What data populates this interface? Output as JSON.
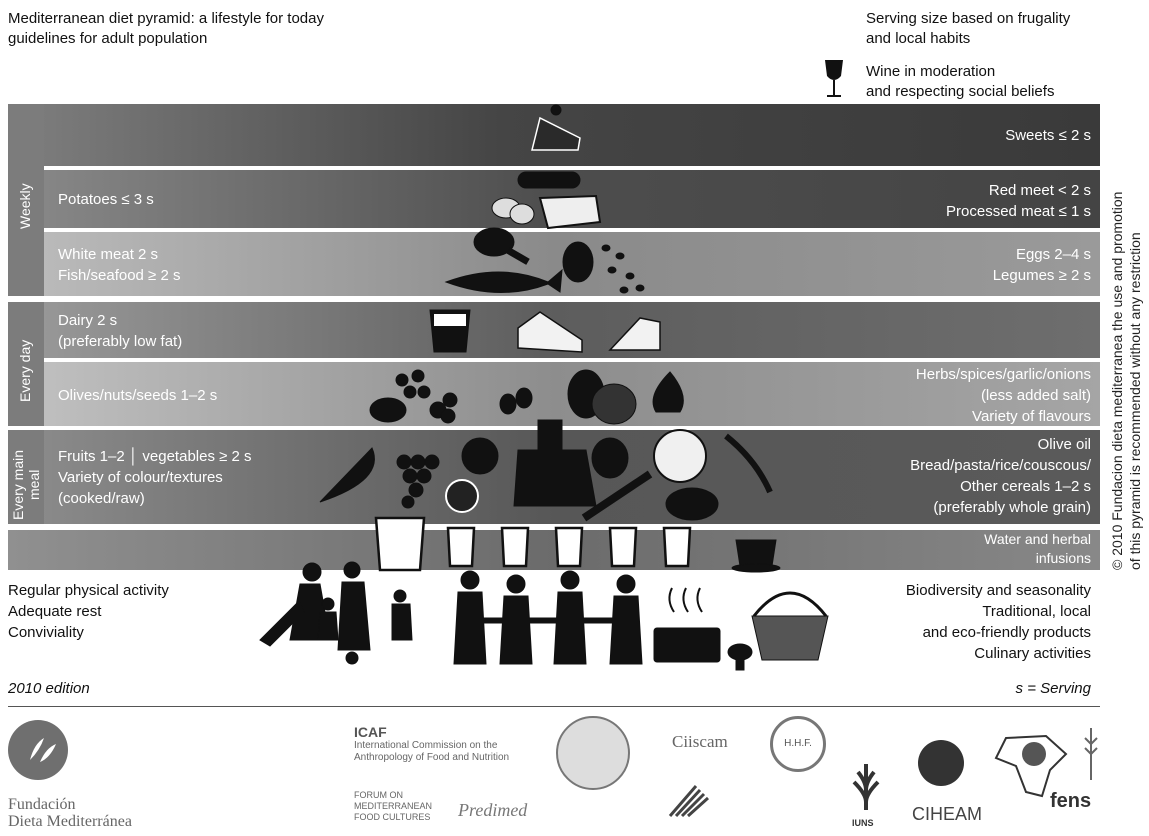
{
  "header": {
    "title_line1": "Mediterranean diet pyramid: a lifestyle for today",
    "title_line2": "guidelines for adult population",
    "serving_line1": "Serving size based on frugality",
    "serving_line2": "and local habits",
    "wine_line1": "Wine in moderation",
    "wine_line2": "and respecting social beliefs"
  },
  "copyright": {
    "line1": "© 2010 Fundacion dieta mediterranea the use and promotion",
    "line2": "of this pyramid is recommended without any restriction"
  },
  "groups": {
    "weekly": "Weekly",
    "every_day": "Every day",
    "every_main_meal_1": "Every main",
    "every_main_meal_2": "meal"
  },
  "bands": {
    "sweets": "Sweets ≤ 2 s",
    "potatoes": "Potatoes ≤ 3 s",
    "red_meat": "Red meet < 2 s",
    "processed_meat": "Processed meat ≤ 1 s",
    "white_meat": "White meat 2 s",
    "fish": "Fish/seafood ≥ 2 s",
    "eggs": "Eggs 2–4 s",
    "legumes": "Legumes ≥ 2 s",
    "dairy_1": "Dairy 2 s",
    "dairy_2": "(preferably low fat)",
    "olives": "Olives/nuts/seeds 1–2 s",
    "herbs_1": "Herbs/spices/garlic/onions",
    "herbs_2": "(less added salt)",
    "herbs_3": "Variety of flavours",
    "fruits_1": "Fruits 1–2 │ vegetables ≥ 2 s",
    "fruits_2": "Variety of colour/textures",
    "fruits_3": "(cooked/raw)",
    "oil_1": "Olive oil",
    "oil_2": "Bread/pasta/rice/couscous/",
    "oil_3": "Other cereals 1–2 s",
    "oil_4": "(preferably whole grain)",
    "water_1": "Water and herbal",
    "water_2": "infusions"
  },
  "footer": {
    "left_1": "Regular physical activity",
    "left_2": "Adequate rest",
    "left_3": "Conviviality",
    "right_1": "Biodiversity and seasonality",
    "right_2": "Traditional, local",
    "right_3": "and eco-friendly products",
    "right_4": "Culinary activities",
    "edition": "2010 edition",
    "serving_key": "s = Serving"
  },
  "logos": {
    "fundacion_1": "Fundación",
    "fundacion_2": "Dieta Mediterránea",
    "icaf_title": "ICAF",
    "icaf_1": "International Commission on the",
    "icaf_2": "Anthropology of Food and Nutrition",
    "forum_1": "FORUM ON",
    "forum_2": "MEDITERRANEAN",
    "forum_3": "FOOD CULTURES",
    "predimed": "Predimed",
    "ciiscam": "Ciiscam",
    "hhf": "H.H.F.",
    "iuns": "IUNS",
    "ciheam": "CIHEAM",
    "fens": "fens"
  }
}
